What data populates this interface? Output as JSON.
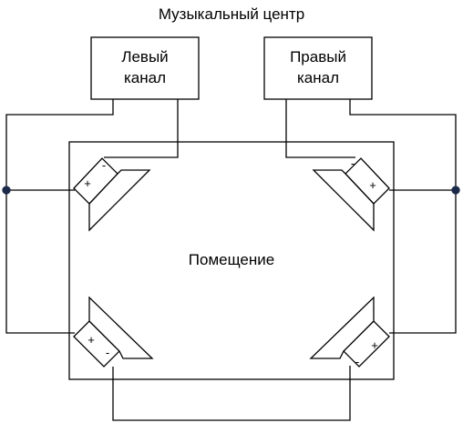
{
  "title": "Музыкальный центр",
  "left_channel": {
    "line1": "Левый",
    "line2": "канал"
  },
  "right_channel": {
    "line1": "Правый",
    "line2": "канал"
  },
  "room_label": "Помещение",
  "speakers": {
    "front_left": {
      "plus": "+",
      "minus": "-"
    },
    "front_right": {
      "plus": "+",
      "minus": "-"
    },
    "rear_left": {
      "plus": "+",
      "minus": "-"
    },
    "rear_right": {
      "plus": "+",
      "minus": "-"
    }
  },
  "colors": {
    "line": "#000000",
    "background": "#ffffff"
  }
}
